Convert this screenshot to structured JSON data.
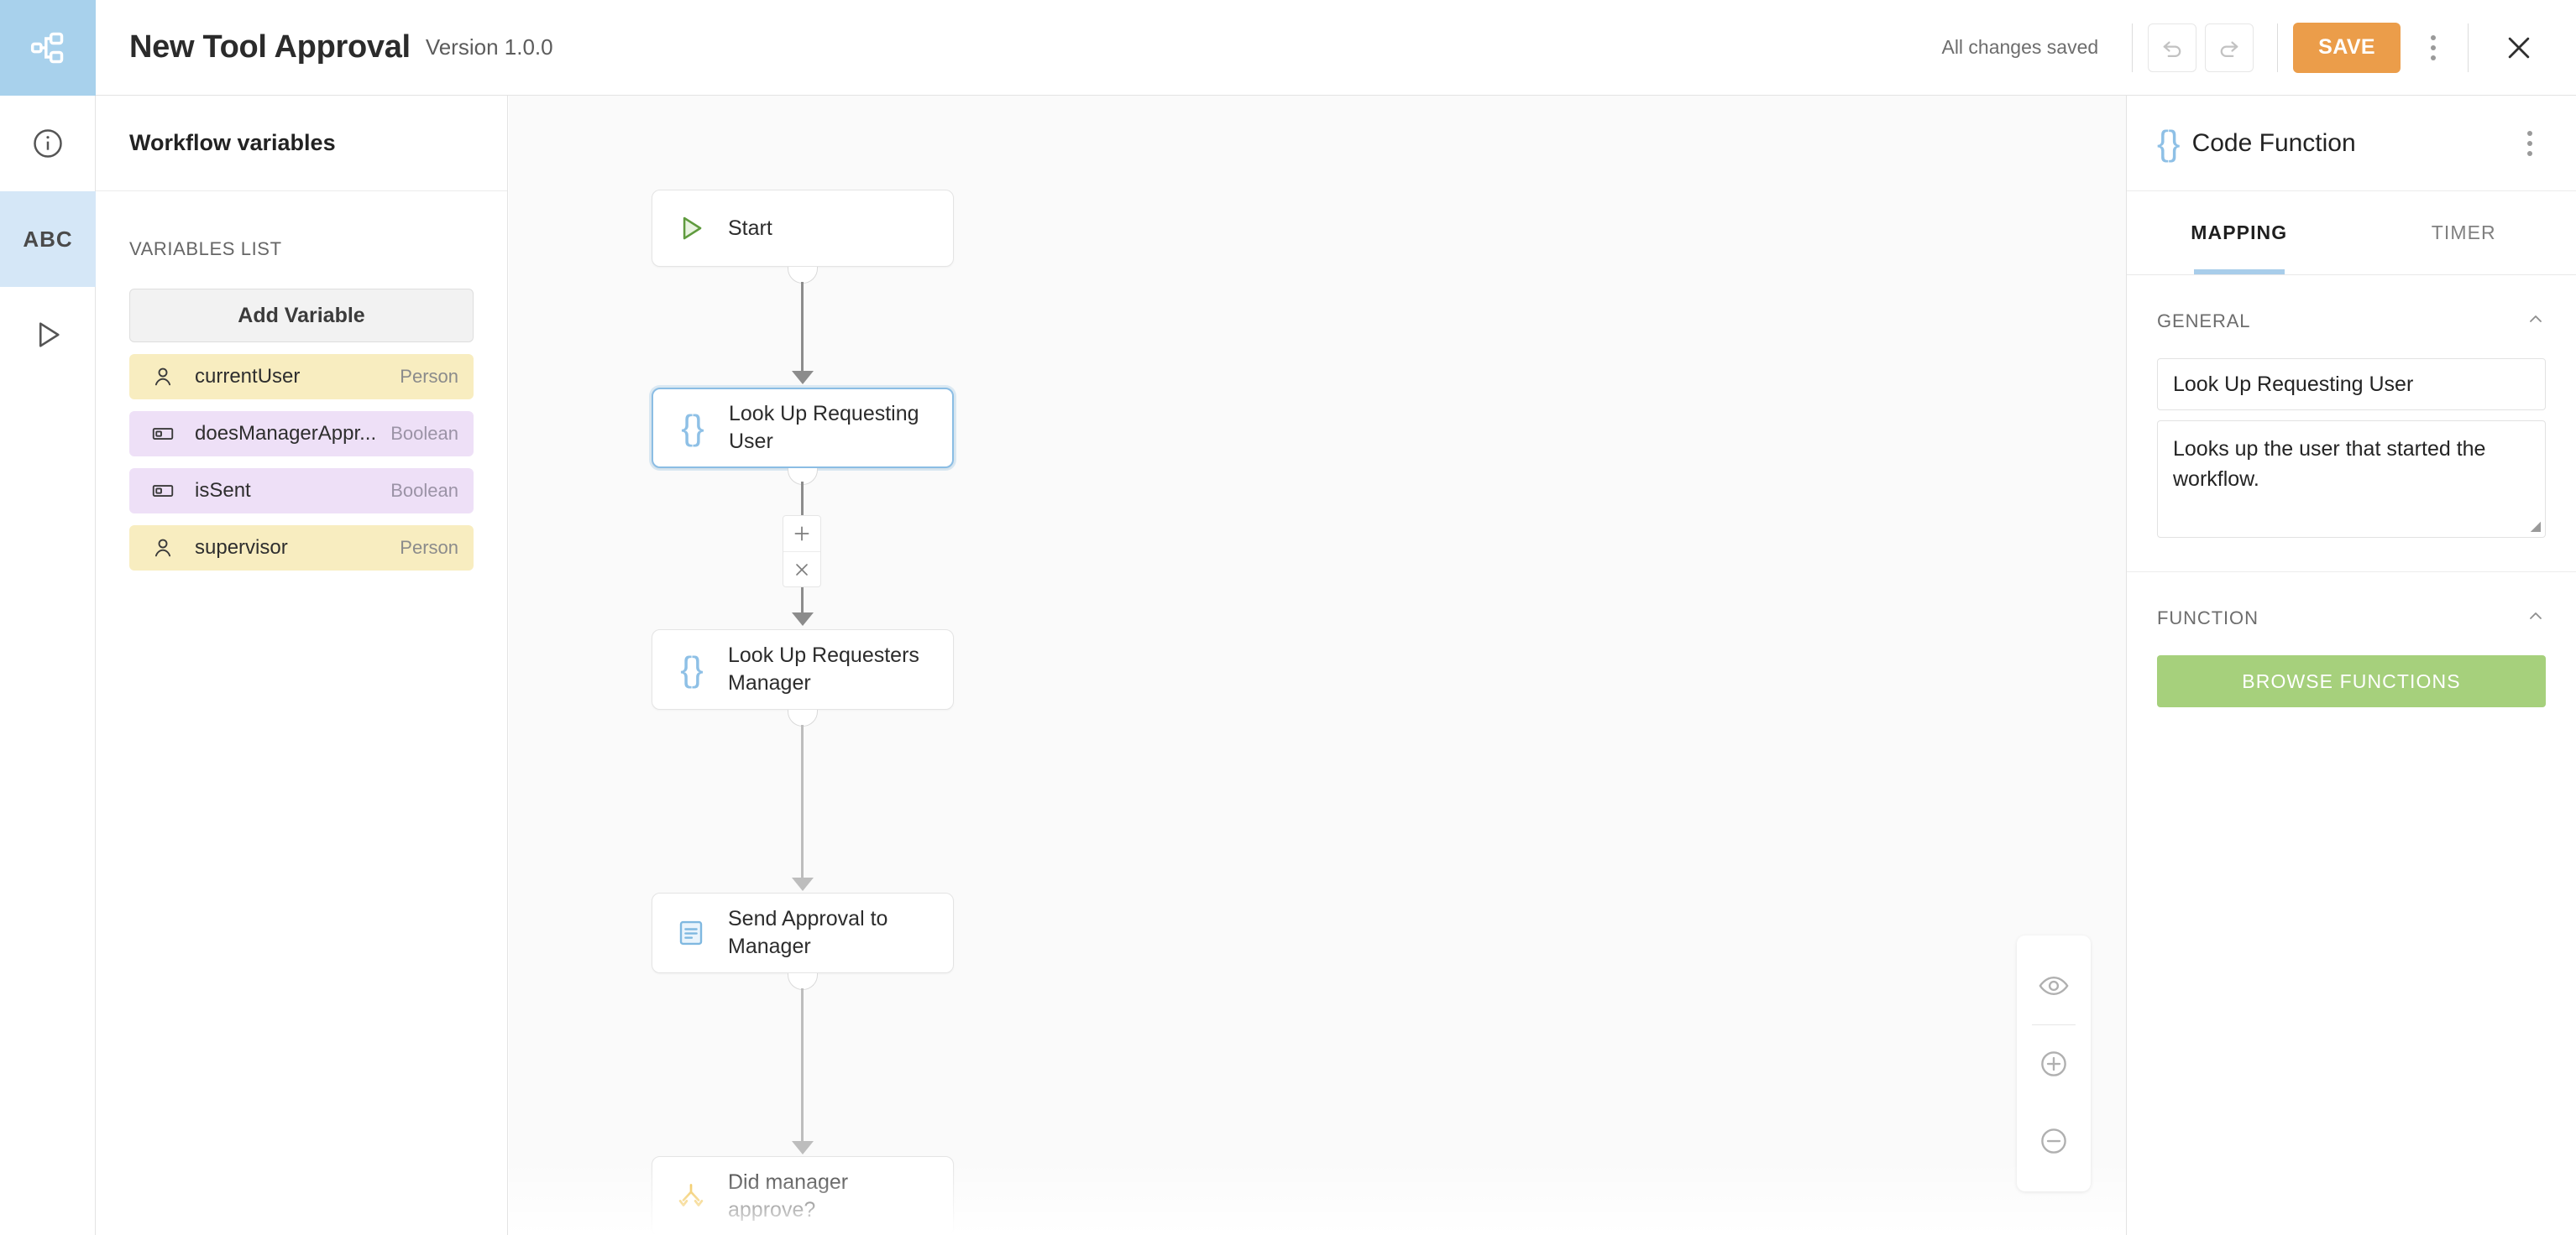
{
  "header": {
    "logo_icon": "workflow-sitemap-icon",
    "title": "New Tool Approval",
    "version": "Version 1.0.0",
    "saved_status": "All changes saved",
    "undo_icon": "undo-arrow-icon",
    "redo_icon": "redo-arrow-icon",
    "save_label": "SAVE",
    "more_icon": "kebab-menu-icon",
    "close_icon": "close-x-icon",
    "save_color": "#eb9d4a"
  },
  "rail": {
    "items": [
      {
        "icon": "info-circle-icon",
        "active": false
      },
      {
        "icon": "abc-text-icon",
        "label": "ABC",
        "active": true
      },
      {
        "icon": "play-triangle-icon",
        "active": false
      }
    ],
    "active_bg": "#d5e7f7",
    "logo_bg": "#a8d1ec"
  },
  "variables_panel": {
    "title": "Workflow variables",
    "list_label": "VARIABLES LIST",
    "add_button": "Add Variable",
    "person_bg": "#f8edc0",
    "boolean_bg": "#eee0f7",
    "variables": [
      {
        "name": "currentUser",
        "type": "Person",
        "kind": "person",
        "icon": "person-icon"
      },
      {
        "name": "doesManagerAppr...",
        "type": "Boolean",
        "kind": "boolean",
        "icon": "toggle-icon"
      },
      {
        "name": "isSent",
        "type": "Boolean",
        "kind": "boolean",
        "icon": "toggle-icon"
      },
      {
        "name": "supervisor",
        "type": "Person",
        "kind": "person",
        "icon": "person-icon"
      }
    ]
  },
  "canvas": {
    "background": "#fafafa",
    "nodes": [
      {
        "label": "Start",
        "icon": "play-triangle-icon",
        "selected": false
      },
      {
        "label": "Look Up Requesting User",
        "icon": "code-braces-icon",
        "selected": true
      },
      {
        "label": "Look Up Requesters Manager",
        "icon": "code-braces-icon",
        "selected": false
      },
      {
        "label": "Send Approval to Manager",
        "icon": "document-icon",
        "selected": false
      },
      {
        "label": "Did manager approve?",
        "icon": "branch-fork-icon",
        "selected": false
      }
    ],
    "edge_controls": {
      "add_icon": "plus-icon",
      "delete_icon": "close-x-icon"
    },
    "zoom_controls": [
      {
        "icon": "eye-icon"
      },
      {
        "icon": "zoom-in-icon"
      },
      {
        "icon": "zoom-out-icon"
      }
    ]
  },
  "right_panel": {
    "icon": "code-braces-icon",
    "title": "Code Function",
    "more_icon": "kebab-menu-icon",
    "tabs": [
      {
        "label": "MAPPING",
        "active": true
      },
      {
        "label": "TIMER",
        "active": false
      }
    ],
    "general": {
      "section_title": "GENERAL",
      "collapse_icon": "chevron-up-icon",
      "name_value": "Look Up Requesting User",
      "description_value": "Looks up the user that started the workflow."
    },
    "function": {
      "section_title": "FUNCTION",
      "collapse_icon": "chevron-up-icon",
      "browse_label": "BROWSE FUNCTIONS",
      "browse_color": "#a6d07c"
    }
  }
}
